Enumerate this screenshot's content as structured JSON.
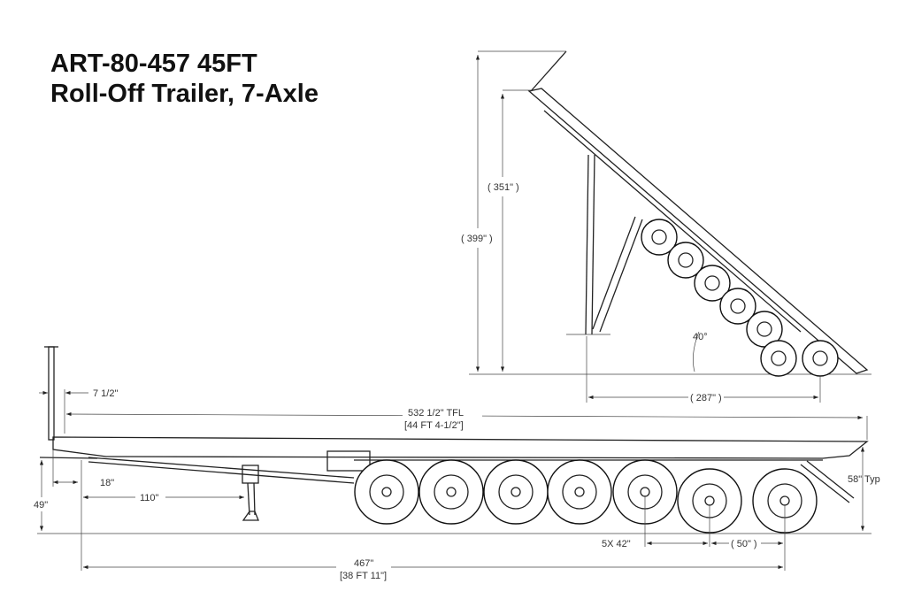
{
  "title": {
    "line1": "ART-80-457 45FT",
    "line2": "Roll-Off Trailer, 7-Axle"
  },
  "tilted_view": {
    "height_inner": "( 351\" )",
    "height_total": "( 399\" )",
    "angle": "40°",
    "ground_length": "( 287\" )"
  },
  "side_view": {
    "front_offset": "7 1/2\"",
    "overall_length": "532 1/2\" TFL",
    "overall_length_ft": "[44 FT 4-1/2\"]",
    "kingpin_setback": "18\"",
    "landing_gear": "110\"",
    "front_height": "49\"",
    "kingpin_to_axle": "467\"",
    "kingpin_to_axle_ft": "[38 FT 11\"]",
    "axle_spacing": "5X 42\"",
    "rear_spacing": "( 50\" )",
    "rear_height": "58\" Typ"
  }
}
